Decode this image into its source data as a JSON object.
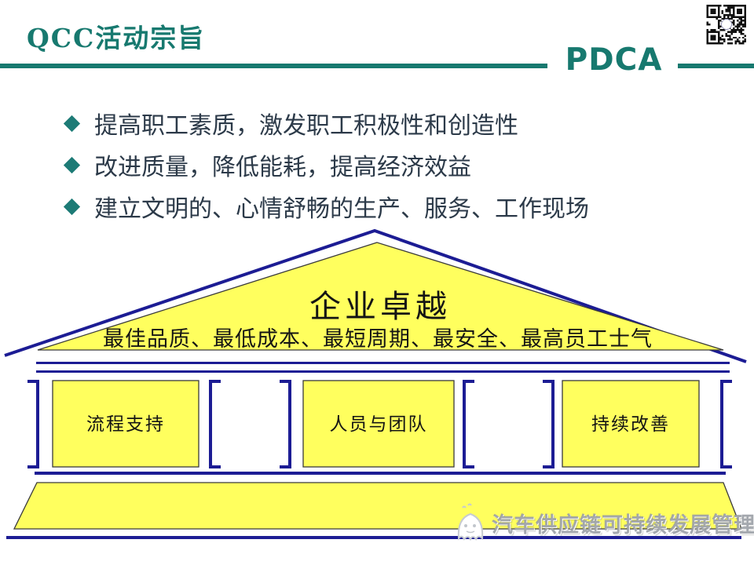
{
  "header": {
    "title": "QCC活动宗旨",
    "pdca": "PDCA"
  },
  "bullets": [
    "提高职工素质，激发职工积极性和创造性",
    "改进质量，降低能耗，提高经济效益",
    "建立文明的、心情舒畅的生产、服务、工作现场"
  ],
  "diagram": {
    "roof_title": "企业卓越",
    "roof_subtitle": "最佳品质、最低成本、最短周期、最安全、最高员工士气",
    "pillars": [
      "流程支持",
      "人员与团队",
      "持续改善"
    ]
  },
  "watermark": "汽车供应链可持续发展管理",
  "colors": {
    "teal": "#17796f",
    "navy": "#1c1c94",
    "yellow": "#ffff5e",
    "bullet_text": "#2c3a49"
  }
}
